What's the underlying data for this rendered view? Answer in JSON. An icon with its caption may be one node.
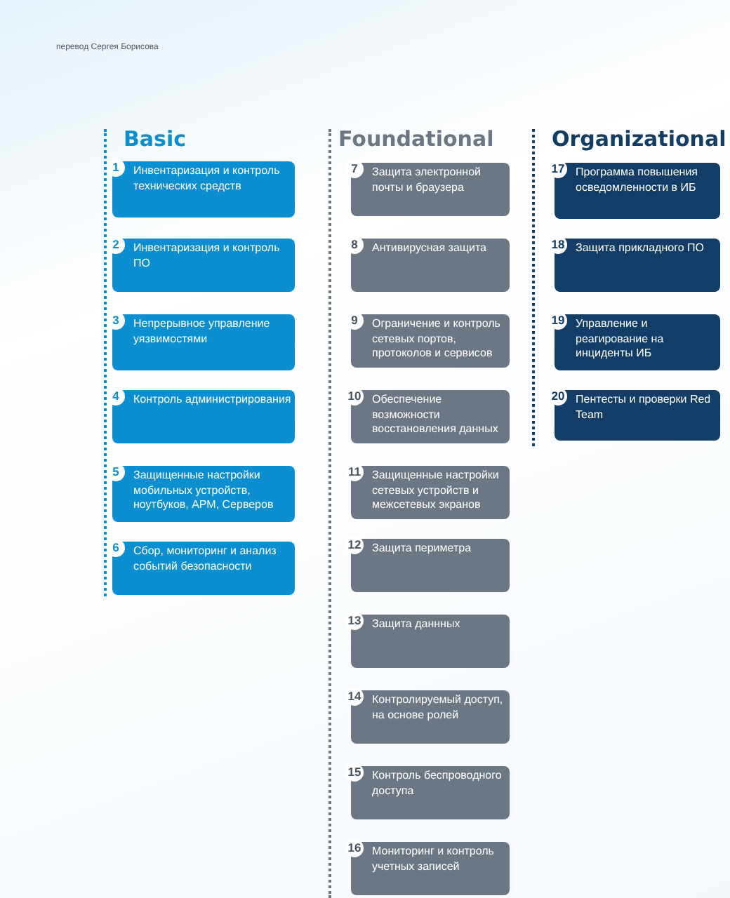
{
  "diagram": {
    "nodes": [
      {
        "text": [
          "1",
          "Инвентаризация и контроль технических средств"
        ]
      },
      {
        "text": [
          "2",
          "Инвентаризация и контроль ПО"
        ]
      },
      {
        "text": [
          "3",
          "Непрерывное управление уязвимостями"
        ]
      },
      {
        "text": [
          "4",
          "Контроль администрирования"
        ]
      },
      {
        "text": [
          "5",
          "Защищенные настройки мобильных устройств, ноутбуков, АРМ, Серверов"
        ]
      },
      {
        "text": [
          "6",
          "Сбор, мониторинг и анализ событий безопасности"
        ]
      },
      {
        "text": [
          "7",
          "Защита электронной почты и браузера"
        ]
      },
      {
        "text": [
          "8",
          "Антивирусная защита"
        ]
      },
      {
        "text": [
          "9",
          "Ограничение и контроль сетевых портов, протоколов и сервисов"
        ]
      },
      {
        "text": [
          "10",
          "Обеспечение возможности восстановления данных"
        ]
      },
      {
        "text": [
          "11",
          "Защищенные настройки сетевых устройств и межсетевых экранов"
        ]
      },
      {
        "text": [
          "12",
          "Защита периметра"
        ]
      },
      {
        "text": [
          "13",
          "Защита даннных"
        ]
      },
      {
        "text": [
          "14",
          "Контролируемый доступ, на основе ролей"
        ]
      },
      {
        "text": [
          "15",
          "Контроль беспроводного доступа"
        ]
      },
      {
        "text": [
          "16",
          "Мониторинг и контроль учетных записей"
        ]
      },
      {
        "text": [
          "17",
          "Программа повышения осведомленности в ИБ"
        ]
      },
      {
        "text": [
          "18",
          "Защита прикладного ПО"
        ]
      },
      {
        "text": [
          "19",
          "Управление и реагирование на инциденты ИБ"
        ]
      },
      {
        "text": [
          "20",
          "Пентесты и проверки Red Team"
        ]
      }
    ],
    "edges": [],
    "labels": [
      "перевод Сергея Борисова",
      "Basic",
      "Foundational",
      "Organizational"
    ]
  }
}
